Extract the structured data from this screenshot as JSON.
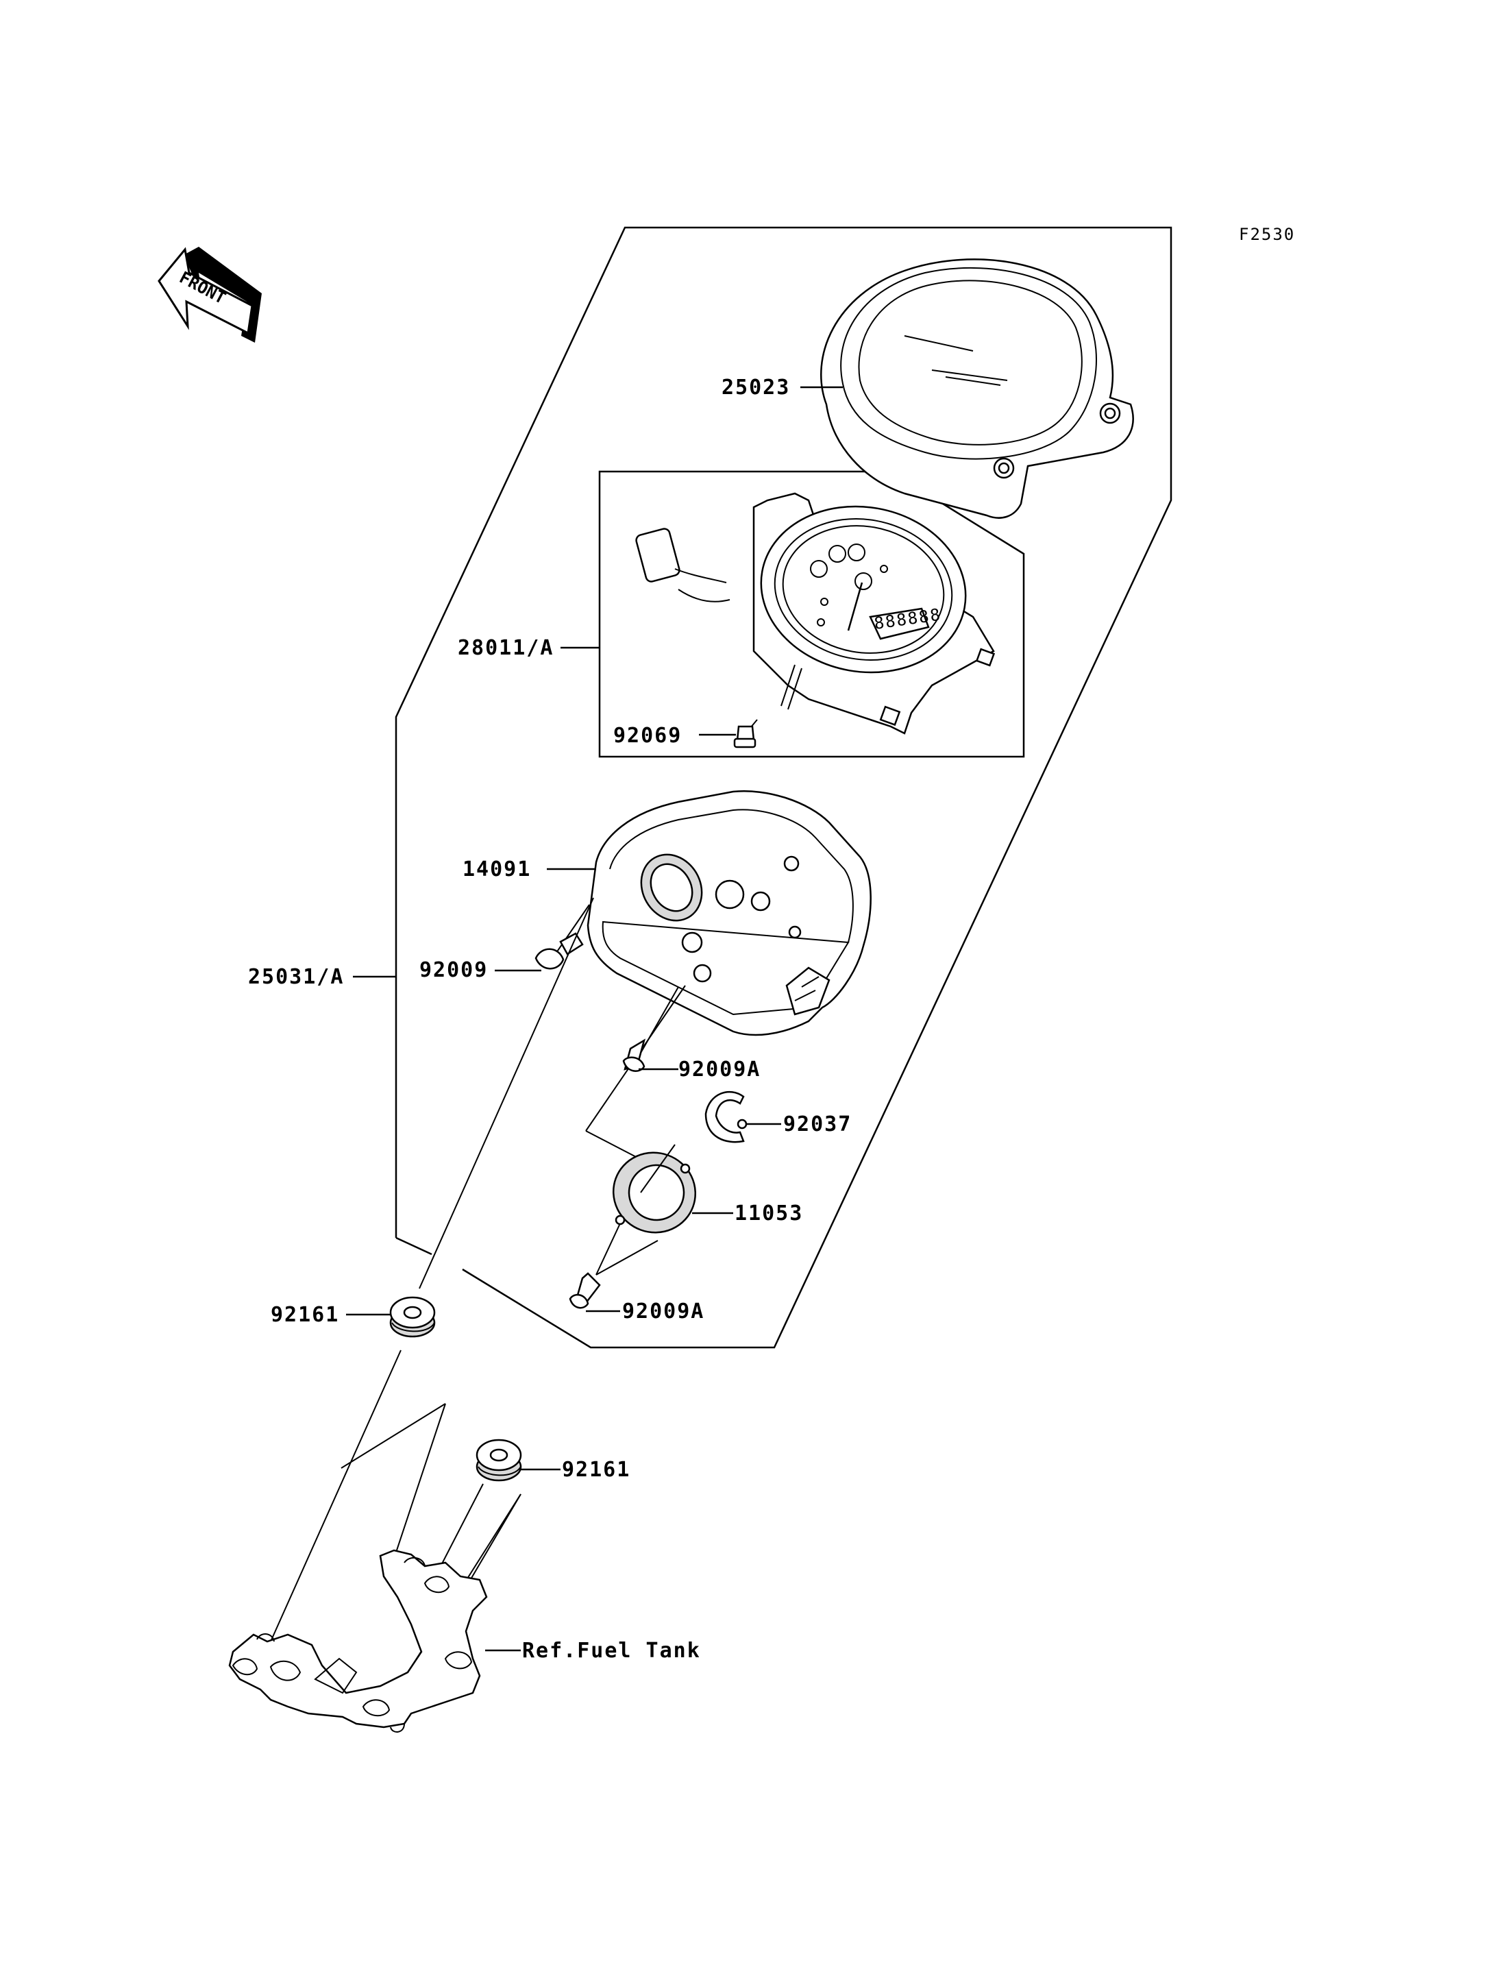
{
  "diagram": {
    "figure_code": "F2530",
    "front_label": "FRONT",
    "callouts": {
      "p25023": "25023",
      "p28011A": "28011/A",
      "p92069": "92069",
      "p14091": "14091",
      "p92009": "92009",
      "p25031A": "25031/A",
      "p92009A_upper": "92009A",
      "p92037": "92037",
      "p11053": "11053",
      "p92009A_lower": "92009A",
      "p92161_left": "92161",
      "p92161_right": "92161",
      "ref_fuel_tank": "Ref.Fuel Tank"
    }
  }
}
